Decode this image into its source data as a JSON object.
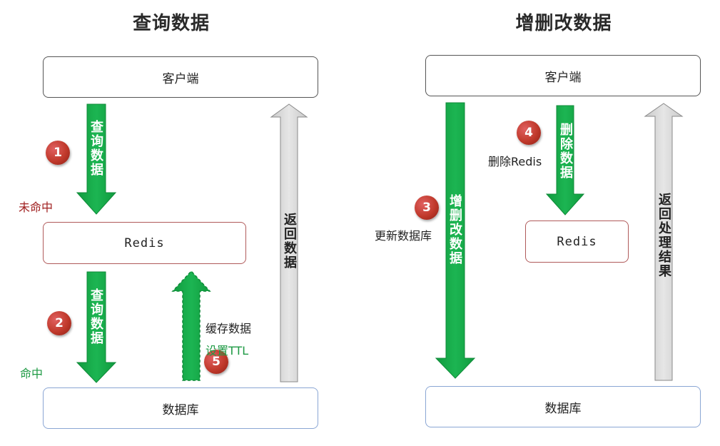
{
  "left_panel": {
    "title": "查询数据",
    "client_box": "客户端",
    "redis_box": "Redis",
    "db_box": "数据库",
    "arrow_query_top": "查询数据",
    "arrow_query_bottom": "查询数据",
    "arrow_return": "返回数据",
    "miss_label": "未命中",
    "hit_label": "命中",
    "cache_label": "缓存数据",
    "ttl_label": "设置TTL",
    "badges": [
      "1",
      "2",
      "5"
    ]
  },
  "right_panel": {
    "title": "增删改数据",
    "client_box": "客户端",
    "redis_box": "Redis",
    "db_box": "数据库",
    "arrow_update": "增删改数据",
    "arrow_delete": "删除数据",
    "arrow_return": "返回处理结果",
    "update_db_label": "更新数据库",
    "delete_redis_label": "删除Redis",
    "badges": [
      "3",
      "4"
    ]
  },
  "colors": {
    "green_arrow": "#17a84a",
    "gray_arrow": "#d9d9d9",
    "badge_red": "#c0392b",
    "redis_border": "#b05a5a",
    "db_border": "#8aa6d4"
  }
}
